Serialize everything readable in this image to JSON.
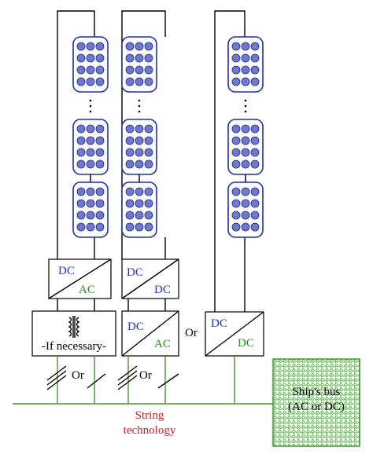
{
  "converter_labels": {
    "dc": "DC",
    "ac": "AC"
  },
  "transformer_label": "-If necessary-",
  "or_label": "Or",
  "bus_label_line1": "Ship's bus",
  "bus_label_line2": "(AC or DC)",
  "caption_line1": "String",
  "caption_line2": "technology",
  "ellipsis": "·\n·\n·",
  "colors": {
    "dc_text": "#2233bb",
    "ac_text": "#2a8a2a",
    "bus_line": "#4a9a2a",
    "caption": "#cc2222",
    "panel_cell": "#6f78cc"
  }
}
